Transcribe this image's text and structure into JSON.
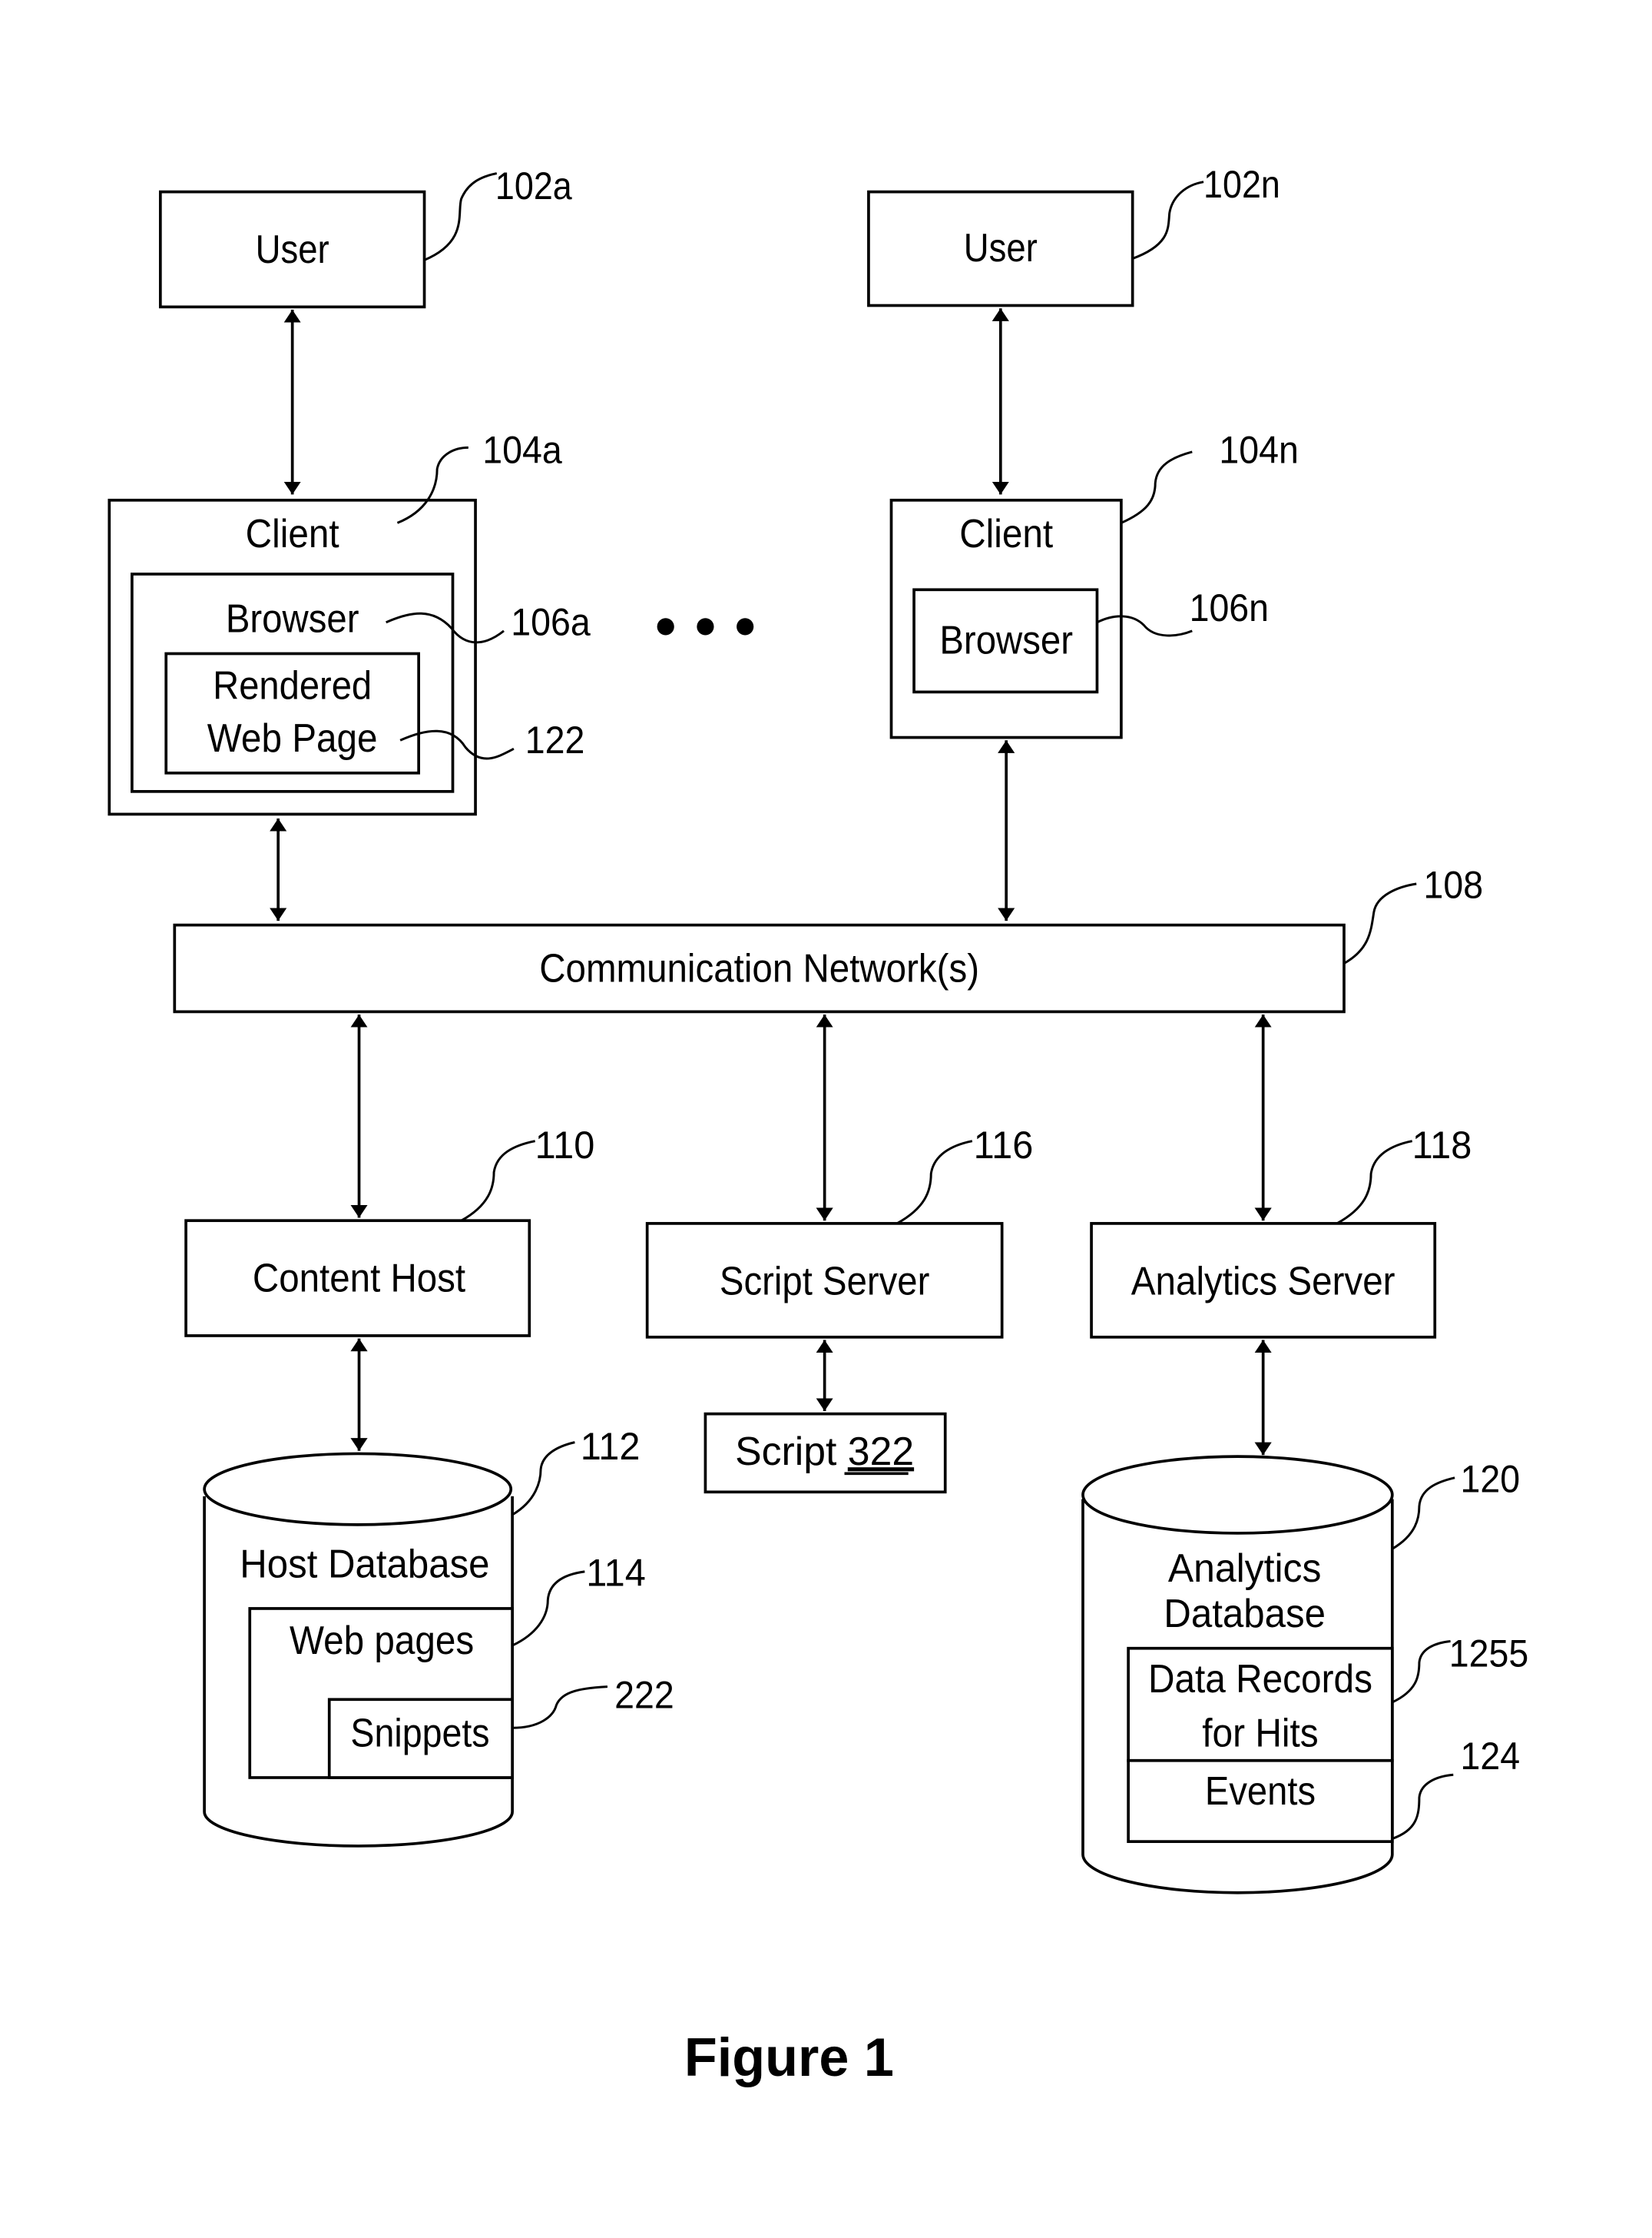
{
  "figure": {
    "caption": "Figure 1",
    "colors": {
      "stroke": "#000000",
      "background": "#ffffff"
    }
  },
  "nodes": {
    "user_a": {
      "label": "User",
      "ref": "102a"
    },
    "user_n": {
      "label": "User",
      "ref": "102n"
    },
    "client_a": {
      "label": "Client",
      "ref": "104a"
    },
    "browser_a": {
      "label": "Browser",
      "ref": "106a"
    },
    "rendered_page": {
      "label_line1": "Rendered",
      "label_line2": "Web Page",
      "ref": "122"
    },
    "client_n": {
      "label": "Client",
      "ref": "104n"
    },
    "browser_n": {
      "label": "Browser",
      "ref": "106n"
    },
    "ellipsis": {
      "label": "• • •"
    },
    "network": {
      "label": "Communication Network(s)",
      "ref": "108"
    },
    "content_host": {
      "label": "Content Host",
      "ref": "110"
    },
    "script_server": {
      "label": "Script Server",
      "ref": "116"
    },
    "analytics_server": {
      "label": "Analytics Server",
      "ref": "118"
    },
    "script": {
      "label": "Script ",
      "label_underlined": "322"
    },
    "host_db": {
      "label": "Host Database",
      "ref": "112"
    },
    "web_pages": {
      "label": "Web pages",
      "ref": "114"
    },
    "snippets": {
      "label": "Snippets",
      "ref": "222"
    },
    "analytics_db": {
      "label_line1": "Analytics",
      "label_line2": "Database",
      "ref": "120"
    },
    "data_records": {
      "label_line1": "Data Records",
      "label_line2": "for Hits",
      "ref": "1255"
    },
    "events": {
      "label": "Events",
      "ref": "124"
    }
  },
  "connections": [
    {
      "from": "user_a",
      "to": "client_a",
      "type": "bidirectional"
    },
    {
      "from": "user_n",
      "to": "client_n",
      "type": "bidirectional"
    },
    {
      "from": "client_a",
      "to": "network",
      "type": "bidirectional"
    },
    {
      "from": "client_n",
      "to": "network",
      "type": "bidirectional"
    },
    {
      "from": "network",
      "to": "content_host",
      "type": "bidirectional"
    },
    {
      "from": "network",
      "to": "script_server",
      "type": "bidirectional"
    },
    {
      "from": "network",
      "to": "analytics_server",
      "type": "bidirectional"
    },
    {
      "from": "content_host",
      "to": "host_db",
      "type": "bidirectional"
    },
    {
      "from": "script_server",
      "to": "script",
      "type": "bidirectional"
    },
    {
      "from": "analytics_server",
      "to": "analytics_db",
      "type": "bidirectional"
    }
  ]
}
